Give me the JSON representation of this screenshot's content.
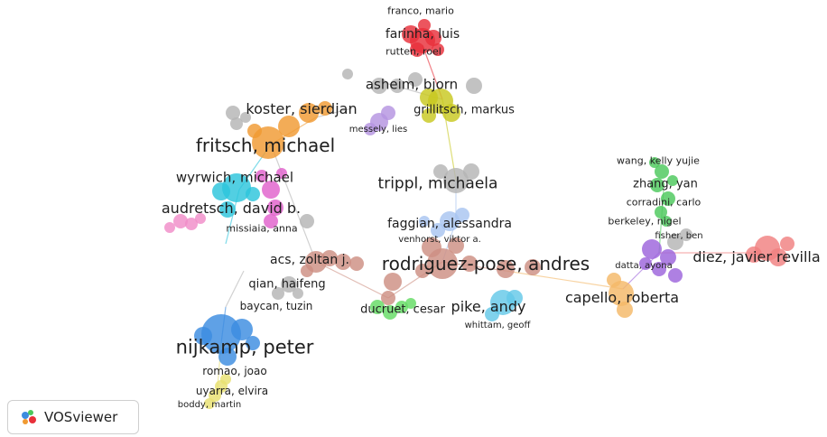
{
  "app": {
    "name": "VOSviewer"
  },
  "colors": {
    "red": "#e8303a",
    "salmon": "#f08080",
    "brown": "#cd8f82",
    "gray": "#b4b4b4",
    "orange": "#f09a32",
    "lightorange": "#f4b868",
    "cyan": "#2cc4dc",
    "magenta": "#e060cc",
    "pink": "#f08cc8",
    "olive": "#c8c820",
    "lavender": "#b494e0",
    "purple": "#9c64dc",
    "blue": "#3c8ce0",
    "lightblue": "#a8c4f0",
    "skyblue": "#64c8e8",
    "green": "#4cc85c",
    "lightgreen": "#64dc64",
    "yellow": "#e8e070"
  },
  "icons": {
    "logo": "vosviewer-logo-icon"
  },
  "labels": [
    {
      "id": "franco",
      "text": "franco, mario"
    },
    {
      "id": "farinha",
      "text": "farinha, luis"
    },
    {
      "id": "rutten",
      "text": "rutten, roel"
    },
    {
      "id": "asheim",
      "text": "asheim, bjorn"
    },
    {
      "id": "grillitsch",
      "text": "grillitsch, markus"
    },
    {
      "id": "koster",
      "text": "koster, sierdjan"
    },
    {
      "id": "messely",
      "text": "messely, lies"
    },
    {
      "id": "fritsch",
      "text": "fritsch, michael"
    },
    {
      "id": "wyrwich",
      "text": "wyrwich, michael"
    },
    {
      "id": "audretsch",
      "text": "audretsch, david b."
    },
    {
      "id": "missiaia",
      "text": "missiaia, anna"
    },
    {
      "id": "trippl",
      "text": "trippl, michaela"
    },
    {
      "id": "faggian",
      "text": "faggian, alessandra"
    },
    {
      "id": "venhorst",
      "text": "venhorst, viktor a."
    },
    {
      "id": "wang",
      "text": "wang, kelly yujie"
    },
    {
      "id": "zhang",
      "text": "zhang, yan"
    },
    {
      "id": "corradini",
      "text": "corradini, carlo"
    },
    {
      "id": "berkeley",
      "text": "berkeley, nigel"
    },
    {
      "id": "fisher",
      "text": "fisher, ben"
    },
    {
      "id": "acs",
      "text": "acs, zoltan j."
    },
    {
      "id": "rodriguez",
      "text": "rodriguez-pose, andres"
    },
    {
      "id": "datta",
      "text": "datta, ayona"
    },
    {
      "id": "diez",
      "text": "diez, javier revilla"
    },
    {
      "id": "qian",
      "text": "qian, haifeng"
    },
    {
      "id": "capello",
      "text": "capello, roberta"
    },
    {
      "id": "baycan",
      "text": "baycan, tuzin"
    },
    {
      "id": "ducruet",
      "text": "ducruet, cesar"
    },
    {
      "id": "pike",
      "text": "pike, andy"
    },
    {
      "id": "whittam",
      "text": "whittam, geoff"
    },
    {
      "id": "nijkamp",
      "text": "nijkamp, peter"
    },
    {
      "id": "romao",
      "text": "romao, joao"
    },
    {
      "id": "uyarra",
      "text": "uyarra, elvira"
    },
    {
      "id": "boddy",
      "text": "boddy, martin"
    }
  ]
}
